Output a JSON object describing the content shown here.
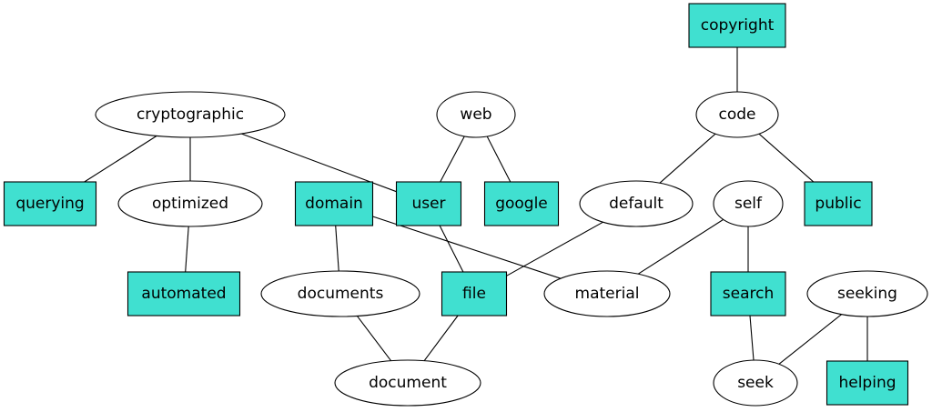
{
  "diagram": {
    "colors": {
      "box_fill": "#40e0d0",
      "ellipse_fill": "#ffffff",
      "stroke": "#000000"
    },
    "nodes": [
      {
        "id": "copyright",
        "label": "copyright",
        "shape": "box"
      },
      {
        "id": "code",
        "label": "code",
        "shape": "ellipse"
      },
      {
        "id": "cryptographic",
        "label": "cryptographic",
        "shape": "ellipse"
      },
      {
        "id": "web",
        "label": "web",
        "shape": "ellipse"
      },
      {
        "id": "querying",
        "label": "querying",
        "shape": "box"
      },
      {
        "id": "optimized",
        "label": "optimized",
        "shape": "ellipse"
      },
      {
        "id": "domain",
        "label": "domain",
        "shape": "box"
      },
      {
        "id": "user",
        "label": "user",
        "shape": "box"
      },
      {
        "id": "google",
        "label": "google",
        "shape": "box"
      },
      {
        "id": "default",
        "label": "default",
        "shape": "ellipse"
      },
      {
        "id": "self",
        "label": "self",
        "shape": "ellipse"
      },
      {
        "id": "public",
        "label": "public",
        "shape": "box"
      },
      {
        "id": "automated",
        "label": "automated",
        "shape": "box"
      },
      {
        "id": "documents",
        "label": "documents",
        "shape": "ellipse"
      },
      {
        "id": "file",
        "label": "file",
        "shape": "box"
      },
      {
        "id": "material",
        "label": "material",
        "shape": "ellipse"
      },
      {
        "id": "search",
        "label": "search",
        "shape": "box"
      },
      {
        "id": "seeking",
        "label": "seeking",
        "shape": "ellipse"
      },
      {
        "id": "document",
        "label": "document",
        "shape": "ellipse"
      },
      {
        "id": "seek",
        "label": "seek",
        "shape": "ellipse"
      },
      {
        "id": "helping",
        "label": "helping",
        "shape": "box"
      }
    ],
    "edges": [
      [
        "copyright",
        "code"
      ],
      [
        "code",
        "default"
      ],
      [
        "code",
        "public"
      ],
      [
        "cryptographic",
        "querying"
      ],
      [
        "cryptographic",
        "optimized"
      ],
      [
        "cryptographic",
        "user"
      ],
      [
        "web",
        "user"
      ],
      [
        "web",
        "google"
      ],
      [
        "optimized",
        "automated"
      ],
      [
        "domain",
        "documents"
      ],
      [
        "domain",
        "material"
      ],
      [
        "user",
        "file"
      ],
      [
        "default",
        "file"
      ],
      [
        "self",
        "material"
      ],
      [
        "self",
        "search"
      ],
      [
        "documents",
        "document"
      ],
      [
        "file",
        "document"
      ],
      [
        "search",
        "seek"
      ],
      [
        "seeking",
        "seek"
      ],
      [
        "seeking",
        "helping"
      ]
    ]
  }
}
